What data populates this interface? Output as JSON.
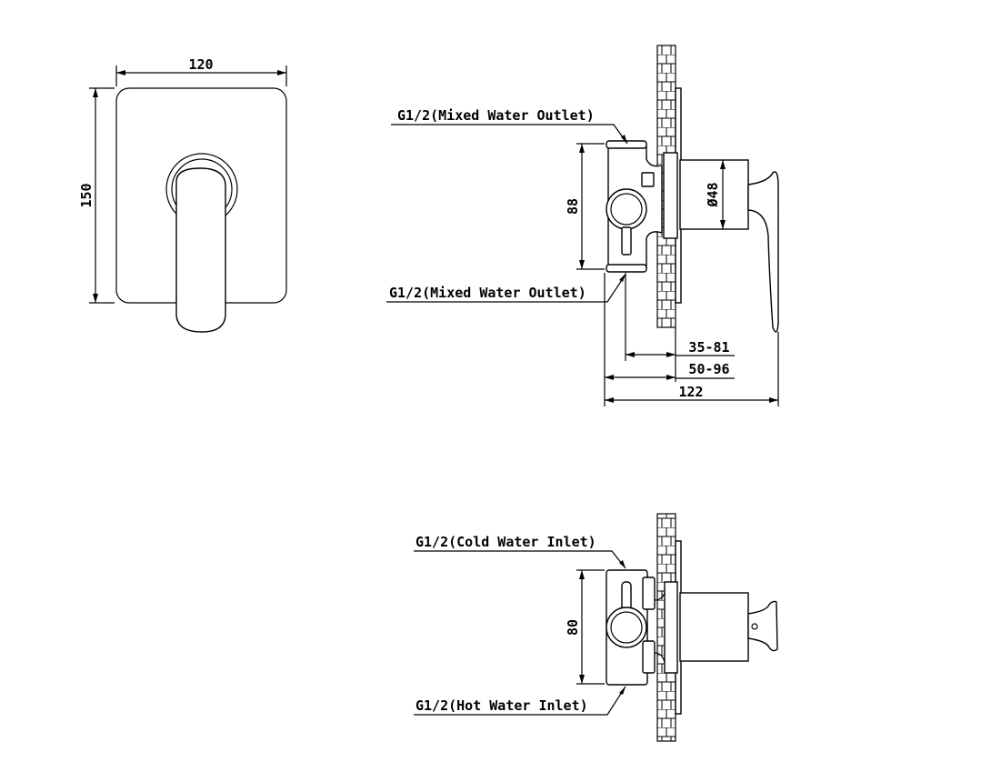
{
  "front_view": {
    "width_label": "120",
    "height_label": "150"
  },
  "side_view_outlet": {
    "top_port_label": "G1/2(Mixed Water Outlet)",
    "bottom_port_label": "G1/2(Mixed Water Outlet)",
    "body_height_label": "88",
    "diameter_label": "Ø48",
    "wall_depth_label_1": "35-81",
    "wall_depth_label_2": "50-96",
    "total_depth_label": "122"
  },
  "side_view_inlet": {
    "cold_port_label": "G1/2(Cold Water Inlet)",
    "hot_port_label": "G1/2(Hot Water Inlet)",
    "body_height_label": "80"
  }
}
